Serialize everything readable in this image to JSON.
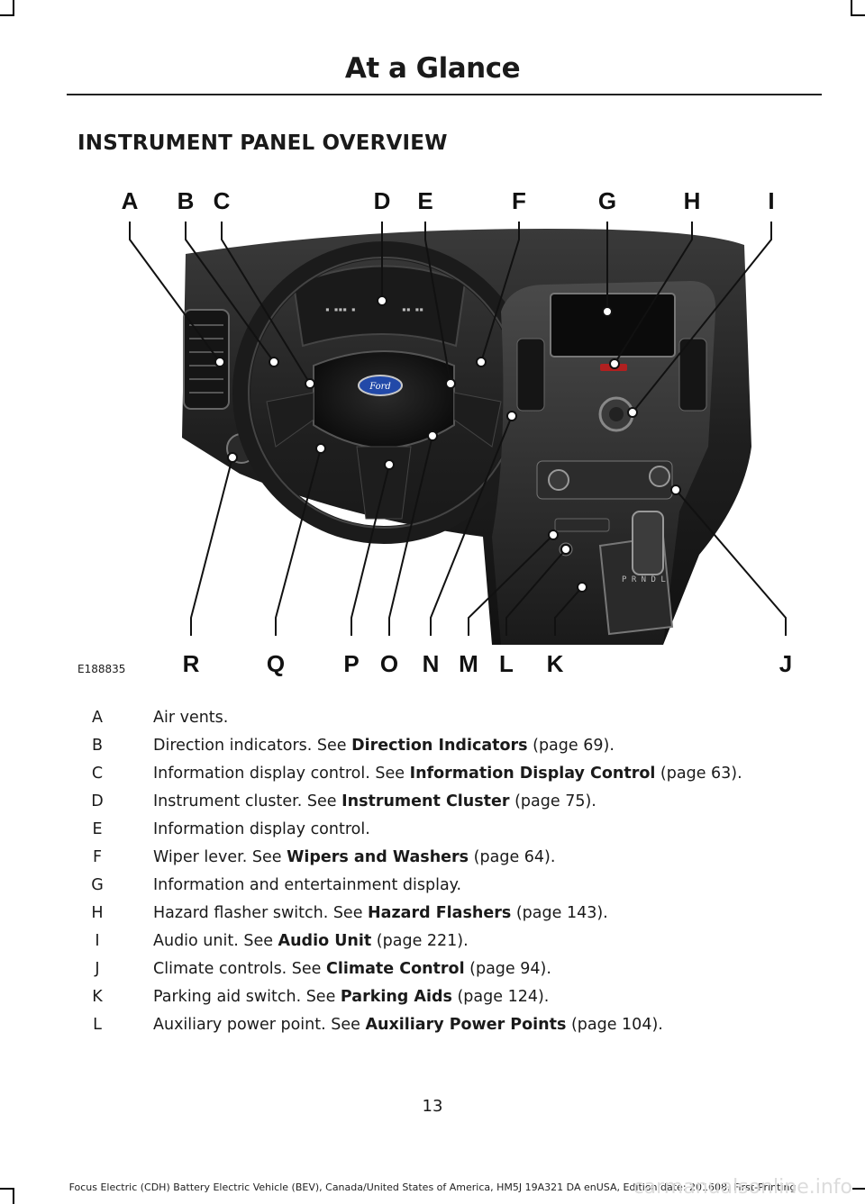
{
  "header": {
    "title": "At a Glance"
  },
  "section": {
    "title": "INSTRUMENT PANEL OVERVIEW"
  },
  "figure": {
    "id": "E188835",
    "top_labels": [
      "A",
      "B",
      "C",
      "D",
      "E",
      "F",
      "G",
      "H",
      "I"
    ],
    "bottom_labels": [
      "R",
      "Q",
      "P",
      "O",
      "N",
      "M",
      "L",
      "K",
      "J"
    ],
    "logo_text": "Ford"
  },
  "legend": [
    {
      "key": "A",
      "text": "Air vents.",
      "ref_prefix": "",
      "ref": "",
      "page": ""
    },
    {
      "key": "B",
      "text": "Direction indicators.  See ",
      "ref": "Direction Indicators",
      "page": " (page 69)."
    },
    {
      "key": "C",
      "text": "Information display control.  See ",
      "ref": "Information Display Control",
      "page": " (page 63)."
    },
    {
      "key": "D",
      "text": "Instrument cluster.  See ",
      "ref": "Instrument Cluster",
      "page": " (page 75)."
    },
    {
      "key": "E",
      "text": "Information display control.",
      "ref": "",
      "page": ""
    },
    {
      "key": "F",
      "text": "Wiper lever.  See ",
      "ref": "Wipers and Washers",
      "page": " (page 64)."
    },
    {
      "key": "G",
      "text": "Information and entertainment display.",
      "ref": "",
      "page": ""
    },
    {
      "key": "H",
      "text": "Hazard flasher switch.  See ",
      "ref": "Hazard Flashers",
      "page": " (page 143)."
    },
    {
      "key": "I",
      "text": "Audio unit.  See ",
      "ref": "Audio Unit",
      "page": " (page 221)."
    },
    {
      "key": "J",
      "text": "Climate controls.  See ",
      "ref": "Climate Control",
      "page": " (page 94)."
    },
    {
      "key": "K",
      "text": "Parking aid switch.  See ",
      "ref": "Parking Aids",
      "page": " (page 124)."
    },
    {
      "key": "L",
      "text": "Auxiliary power point.  See ",
      "ref": "Auxiliary Power Points",
      "page": " (page 104)."
    }
  ],
  "page_number": "13",
  "footer": "Focus Electric (CDH) Battery Electric Vehicle (BEV), Canada/United States of America, HM5J 19A321 DA enUSA, Edition date: 201608, First-Printing",
  "watermark": "carmanualsonline.info"
}
